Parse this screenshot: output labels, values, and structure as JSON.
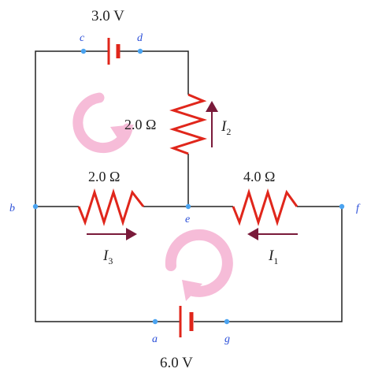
{
  "batteries": {
    "top": {
      "value": "3.0 V"
    },
    "bottom": {
      "value": "6.0 V"
    }
  },
  "resistors": {
    "vertical": {
      "value": "2.0 Ω"
    },
    "left": {
      "value": "2.0 Ω"
    },
    "right": {
      "value": "4.0 Ω"
    }
  },
  "nodes": {
    "a": "a",
    "b": "b",
    "c": "c",
    "d": "d",
    "e": "e",
    "f": "f",
    "g": "g"
  },
  "currents": {
    "i1": {
      "letter": "I",
      "sub": "1"
    },
    "i2": {
      "letter": "I",
      "sub": "2"
    },
    "i3": {
      "letter": "I",
      "sub": "3"
    }
  },
  "colors": {
    "wire": "#222222",
    "resistor": "#e0261b",
    "battery": "#e0261b",
    "node": "#4aa3f0",
    "current_arrow": "#7a1a3a",
    "loop_arrow": "#f6bcd8"
  }
}
